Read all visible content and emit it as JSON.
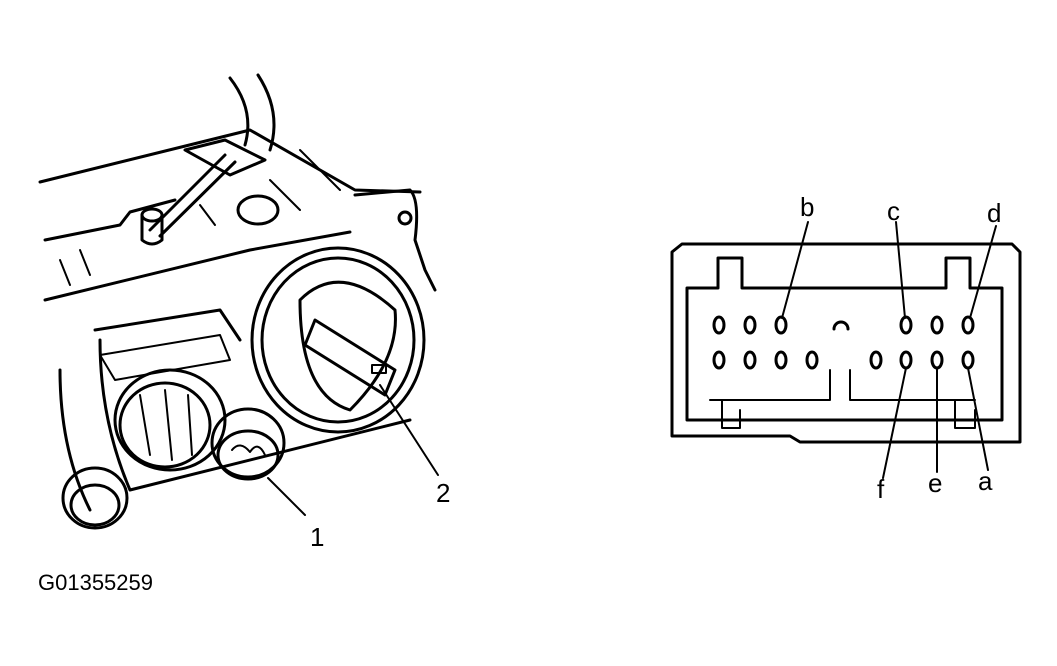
{
  "figure_id": "G01355259",
  "callouts": {
    "knob_1": "1",
    "knob_2": "2"
  },
  "pins": {
    "a": "a",
    "b": "b",
    "c": "c",
    "d": "d",
    "e": "e",
    "f": "f"
  },
  "colors": {
    "ink": "#000000",
    "paper": "#ffffff"
  }
}
